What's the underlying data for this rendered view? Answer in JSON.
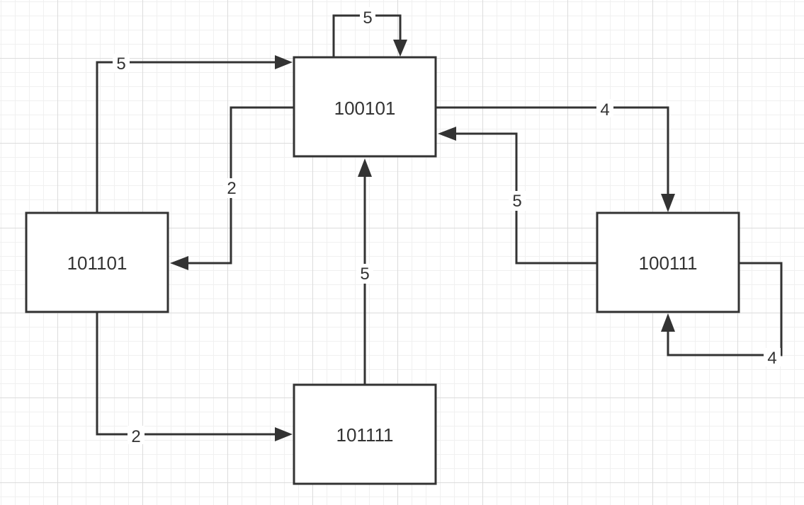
{
  "diagram": {
    "nodes": [
      {
        "id": "n100101",
        "label": "100101"
      },
      {
        "id": "n101101",
        "label": "101101"
      },
      {
        "id": "n100111",
        "label": "100111"
      },
      {
        "id": "n101111",
        "label": "101111"
      }
    ],
    "edges": [
      {
        "id": "e1",
        "from": "100101",
        "to": "100101",
        "label": "5"
      },
      {
        "id": "e2",
        "from": "101101",
        "to": "100101",
        "label": "5"
      },
      {
        "id": "e3",
        "from": "100101",
        "to": "101101",
        "label": "2"
      },
      {
        "id": "e4",
        "from": "100101",
        "to": "100111",
        "label": "4"
      },
      {
        "id": "e5",
        "from": "100111",
        "to": "100101",
        "label": "5"
      },
      {
        "id": "e6",
        "from": "101111",
        "to": "100101",
        "label": "5"
      },
      {
        "id": "e7",
        "from": "100111",
        "to": "100111",
        "label": "4"
      },
      {
        "id": "e8",
        "from": "101101",
        "to": "101111",
        "label": "2"
      }
    ]
  }
}
